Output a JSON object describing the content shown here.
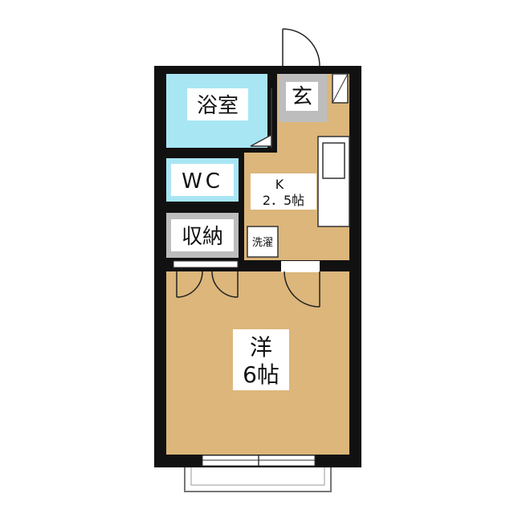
{
  "rooms": {
    "bath": {
      "label": "浴室"
    },
    "entrance": {
      "label": "玄"
    },
    "wc": {
      "label": "WC"
    },
    "kitchen": {
      "label_line1": "K",
      "label_line2": "2．5帖"
    },
    "closet": {
      "label": "収納"
    },
    "laundry": {
      "label": "洗濯"
    },
    "western": {
      "label_line1": "洋",
      "label_line2": "6帖"
    }
  },
  "colors": {
    "wall": "#111111",
    "floor_wood": "#dcb67a",
    "floor_wet": "#a8e6f4",
    "floor_entrance": "#bdbdbd",
    "fixture_fill": "#ffffff",
    "fixture_stroke": "#333333",
    "background": "#ffffff"
  }
}
